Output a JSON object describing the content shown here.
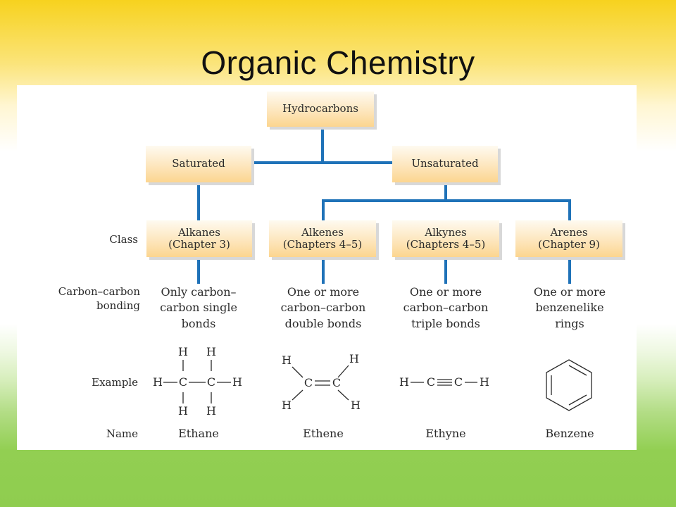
{
  "title": "Organic Chemistry",
  "diagram": {
    "root": "Hydrocarbons",
    "level1": {
      "left": "Saturated",
      "right": "Unsaturated"
    },
    "row_labels": {
      "class": "Class",
      "bonding_line1": "Carbon–carbon",
      "bonding_line2": "bonding",
      "example": "Example",
      "name": "Name"
    },
    "columns": [
      {
        "class_line1": "Alkanes",
        "class_line2": "(Chapter 3)",
        "bonding": [
          "Only carbon–",
          "carbon single",
          "bonds"
        ],
        "name": "Ethane"
      },
      {
        "class_line1": "Alkenes",
        "class_line2": "(Chapters 4–5)",
        "bonding": [
          "One or more",
          "carbon–carbon",
          "double bonds"
        ],
        "name": "Ethene"
      },
      {
        "class_line1": "Alkynes",
        "class_line2": "(Chapters 4–5)",
        "bonding": [
          "One or more",
          "carbon–carbon",
          "triple bonds"
        ],
        "name": "Ethyne"
      },
      {
        "class_line1": "Arenes",
        "class_line2": "(Chapter 9)",
        "bonding": [
          "One or more",
          "benzenelike",
          "rings"
        ],
        "name": "Benzene"
      }
    ],
    "atoms": {
      "hydrogen": "H",
      "carbon": "C"
    }
  },
  "colors": {
    "connector": "#1f72b8",
    "box_fill": "#fde6bd"
  }
}
